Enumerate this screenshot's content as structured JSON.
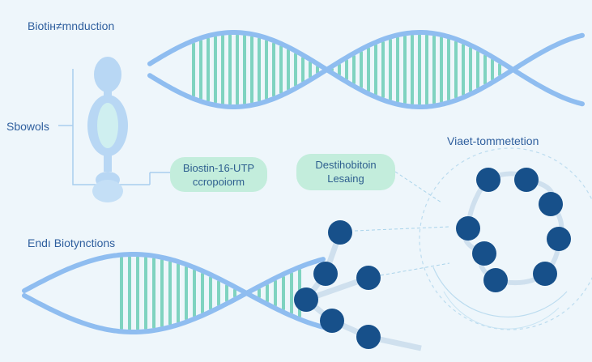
{
  "labels": {
    "title": "Biotiн≠mnduction",
    "left_label": "Sbowols",
    "right_label": "Viaet-tommetetion",
    "bottom_label": "Endı Biotynctions"
  },
  "pill_1": {
    "line1": "Biostin-16-UTP",
    "line2": "ccropoiorm"
  },
  "pill_2": {
    "line1": "Destihobitoin",
    "line2": "Lesaing"
  },
  "colors": {
    "background": "#eef6fb",
    "backbone": "#8fbdf0",
    "rungs": "#7fd3c0",
    "nodes": "#17508a",
    "capsule": "#b3d5f3",
    "pill": "#c3eddc",
    "text": "#2f5f9e"
  }
}
